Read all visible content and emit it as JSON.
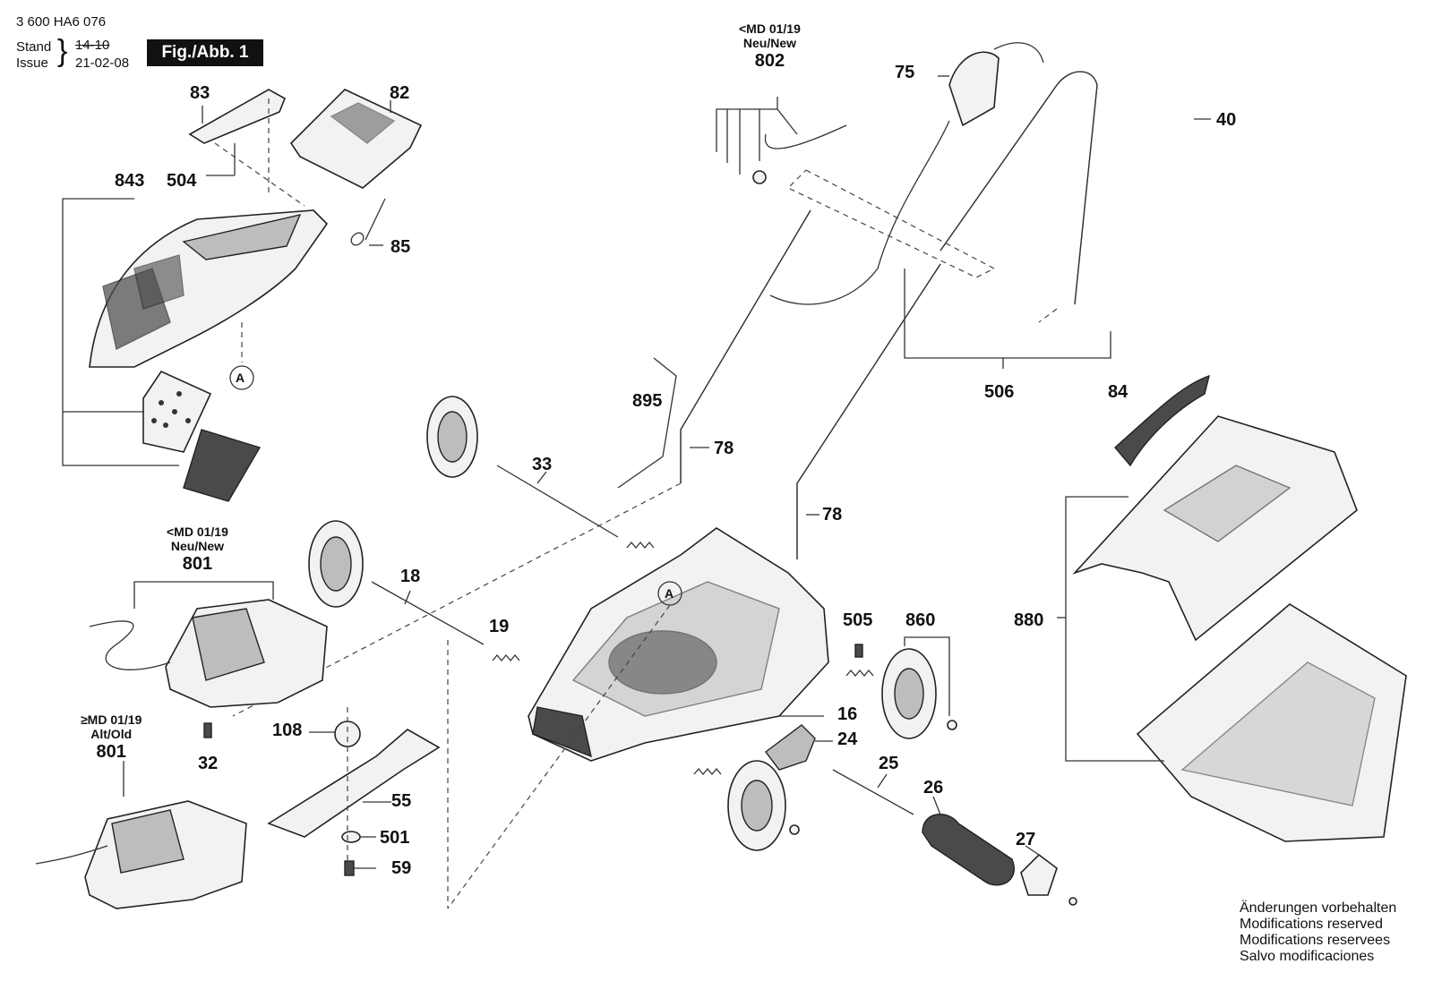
{
  "header": {
    "part_number": "3 600 HA6 076",
    "stand_label": "Stand",
    "issue_label": "Issue",
    "stand_value": "14-10",
    "issue_value": "21-02-08",
    "figure_label": "Fig./Abb. 1"
  },
  "notes": {
    "md_new_802_line1": "<MD 01/19",
    "md_new_802_line2": "Neu/New",
    "md_new_801_line1": "<MD 01/19",
    "md_new_801_line2": "Neu/New",
    "md_old_801_line1": "≥MD 01/19",
    "md_old_801_line2": "Alt/Old"
  },
  "callouts": {
    "c83": "83",
    "c82": "82",
    "c843": "843",
    "c504": "504",
    "c85": "85",
    "c802": "802",
    "c75": "75",
    "c40": "40",
    "c506": "506",
    "c84": "84",
    "c895": "895",
    "c78a": "78",
    "c78b": "78",
    "c33": "33",
    "c18": "18",
    "c19": "19",
    "c801a": "801",
    "c801b": "801",
    "c108": "108",
    "c32": "32",
    "c55": "55",
    "c501": "501",
    "c59": "59",
    "c505": "505",
    "c860": "860",
    "c880": "880",
    "c16": "16",
    "c24": "24",
    "c25": "25",
    "c26": "26",
    "c27": "27",
    "cA1": "A",
    "cA2": "A"
  },
  "disclaimer": [
    "Änderungen vorbehalten",
    "Modifications reserved",
    "Modifications reservees",
    "Salvo modificaciones"
  ]
}
